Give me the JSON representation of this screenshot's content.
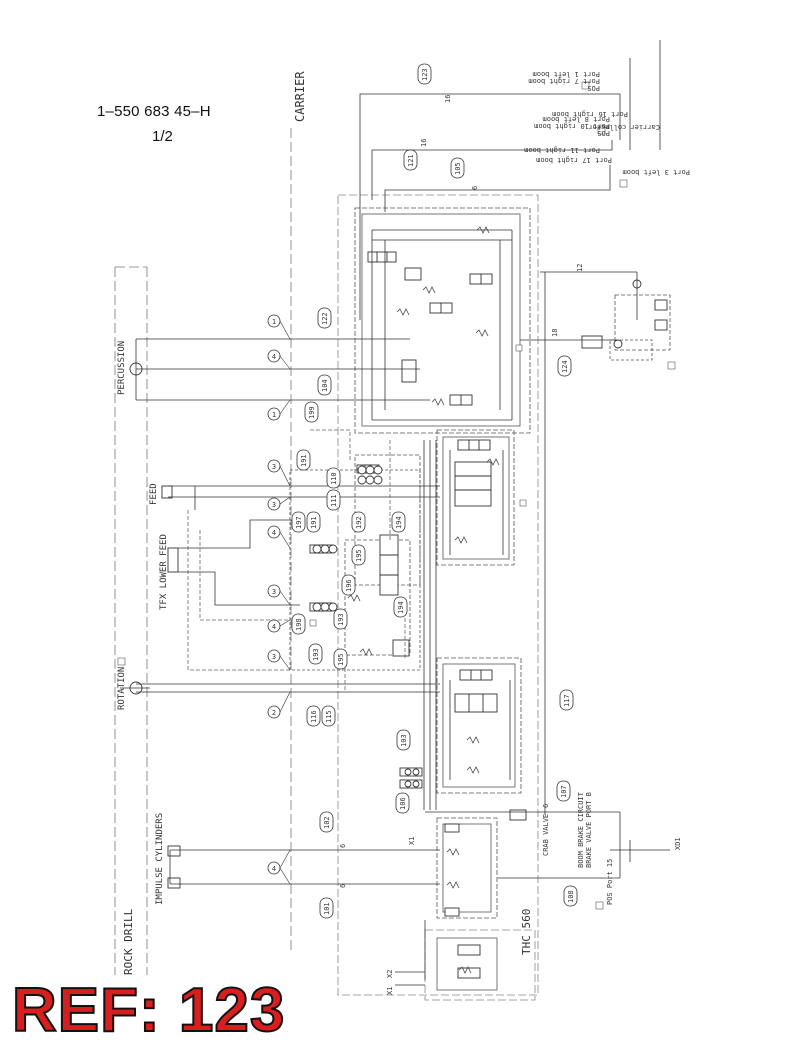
{
  "document": {
    "id": "1–550 683 45–H",
    "sheet": "1/2",
    "ref_label": "REF: 123"
  },
  "sections": {
    "carrier": "CARRIER",
    "rock_drill": "ROCK DRILL",
    "thc": "THC 560"
  },
  "components": {
    "percussion": "PERCUSSION",
    "feed": "FEED",
    "tfx_lower_feed": "TFX LOWER FEED",
    "rotation": "ROTATION",
    "impulse_cylinders": "IMPULSE CYLINDERS",
    "crab_valve": "CRAB VALVE",
    "boom_brake": "BOOM BRAKE CIRCUIT",
    "brake_valve": "BRAKE VALVE PORT B"
  },
  "ports": {
    "x1_upper": "X1",
    "x1_lower": "X1",
    "x2": "X2",
    "xd1": "XD1",
    "port_16_right_boom": "Port 16 right boom",
    "port_7_right_boom": "Port 7 right boom",
    "port_1_left_boom": "Port 1 left boom",
    "pos_1": "POS",
    "port_10_right_boom": "Port 10 right boom",
    "port_8_left_boom": "Port 8 left boom",
    "pos_2": "POS",
    "port_11_right_boom": "Port 11 right boom",
    "port_17_right_boom": "Port 17 right boom",
    "port_3_left_boom": "Port 3 left boom",
    "carrier_collector": "Carrier collector",
    "pos_port_15": "POS Port 15"
  },
  "line_numbers": {
    "l123": "123",
    "l121": "121",
    "l105": "105",
    "l122": "122",
    "l124": "124",
    "l104": "104",
    "l199": "199",
    "l191a": "191",
    "l110": "110",
    "l111": "111",
    "l192": "192",
    "l194a": "194",
    "l197": "197",
    "l191b": "191",
    "l195a": "195",
    "l196": "196",
    "l198": "198",
    "l193a": "193",
    "l194b": "194",
    "l193b": "193",
    "l195b": "195",
    "l116": "116",
    "l115": "115",
    "l117": "117",
    "l103": "103",
    "l106": "106",
    "l107": "107",
    "l102": "102",
    "l101": "101",
    "l108": "108"
  },
  "port_markers": {
    "m1a": "1",
    "m4a": "4",
    "m1b": "1",
    "m3a": "3",
    "m3b": "3",
    "m4b": "4",
    "m3c": "3",
    "m4c": "4",
    "m3d": "3",
    "m2": "2",
    "m4d": "4"
  },
  "pipe_sizes": {
    "s16a": "16",
    "s16b": "16",
    "s6a": "6",
    "s12": "12",
    "s18": "18",
    "s6b": "6",
    "s6c": "6",
    "s6d": "6"
  }
}
